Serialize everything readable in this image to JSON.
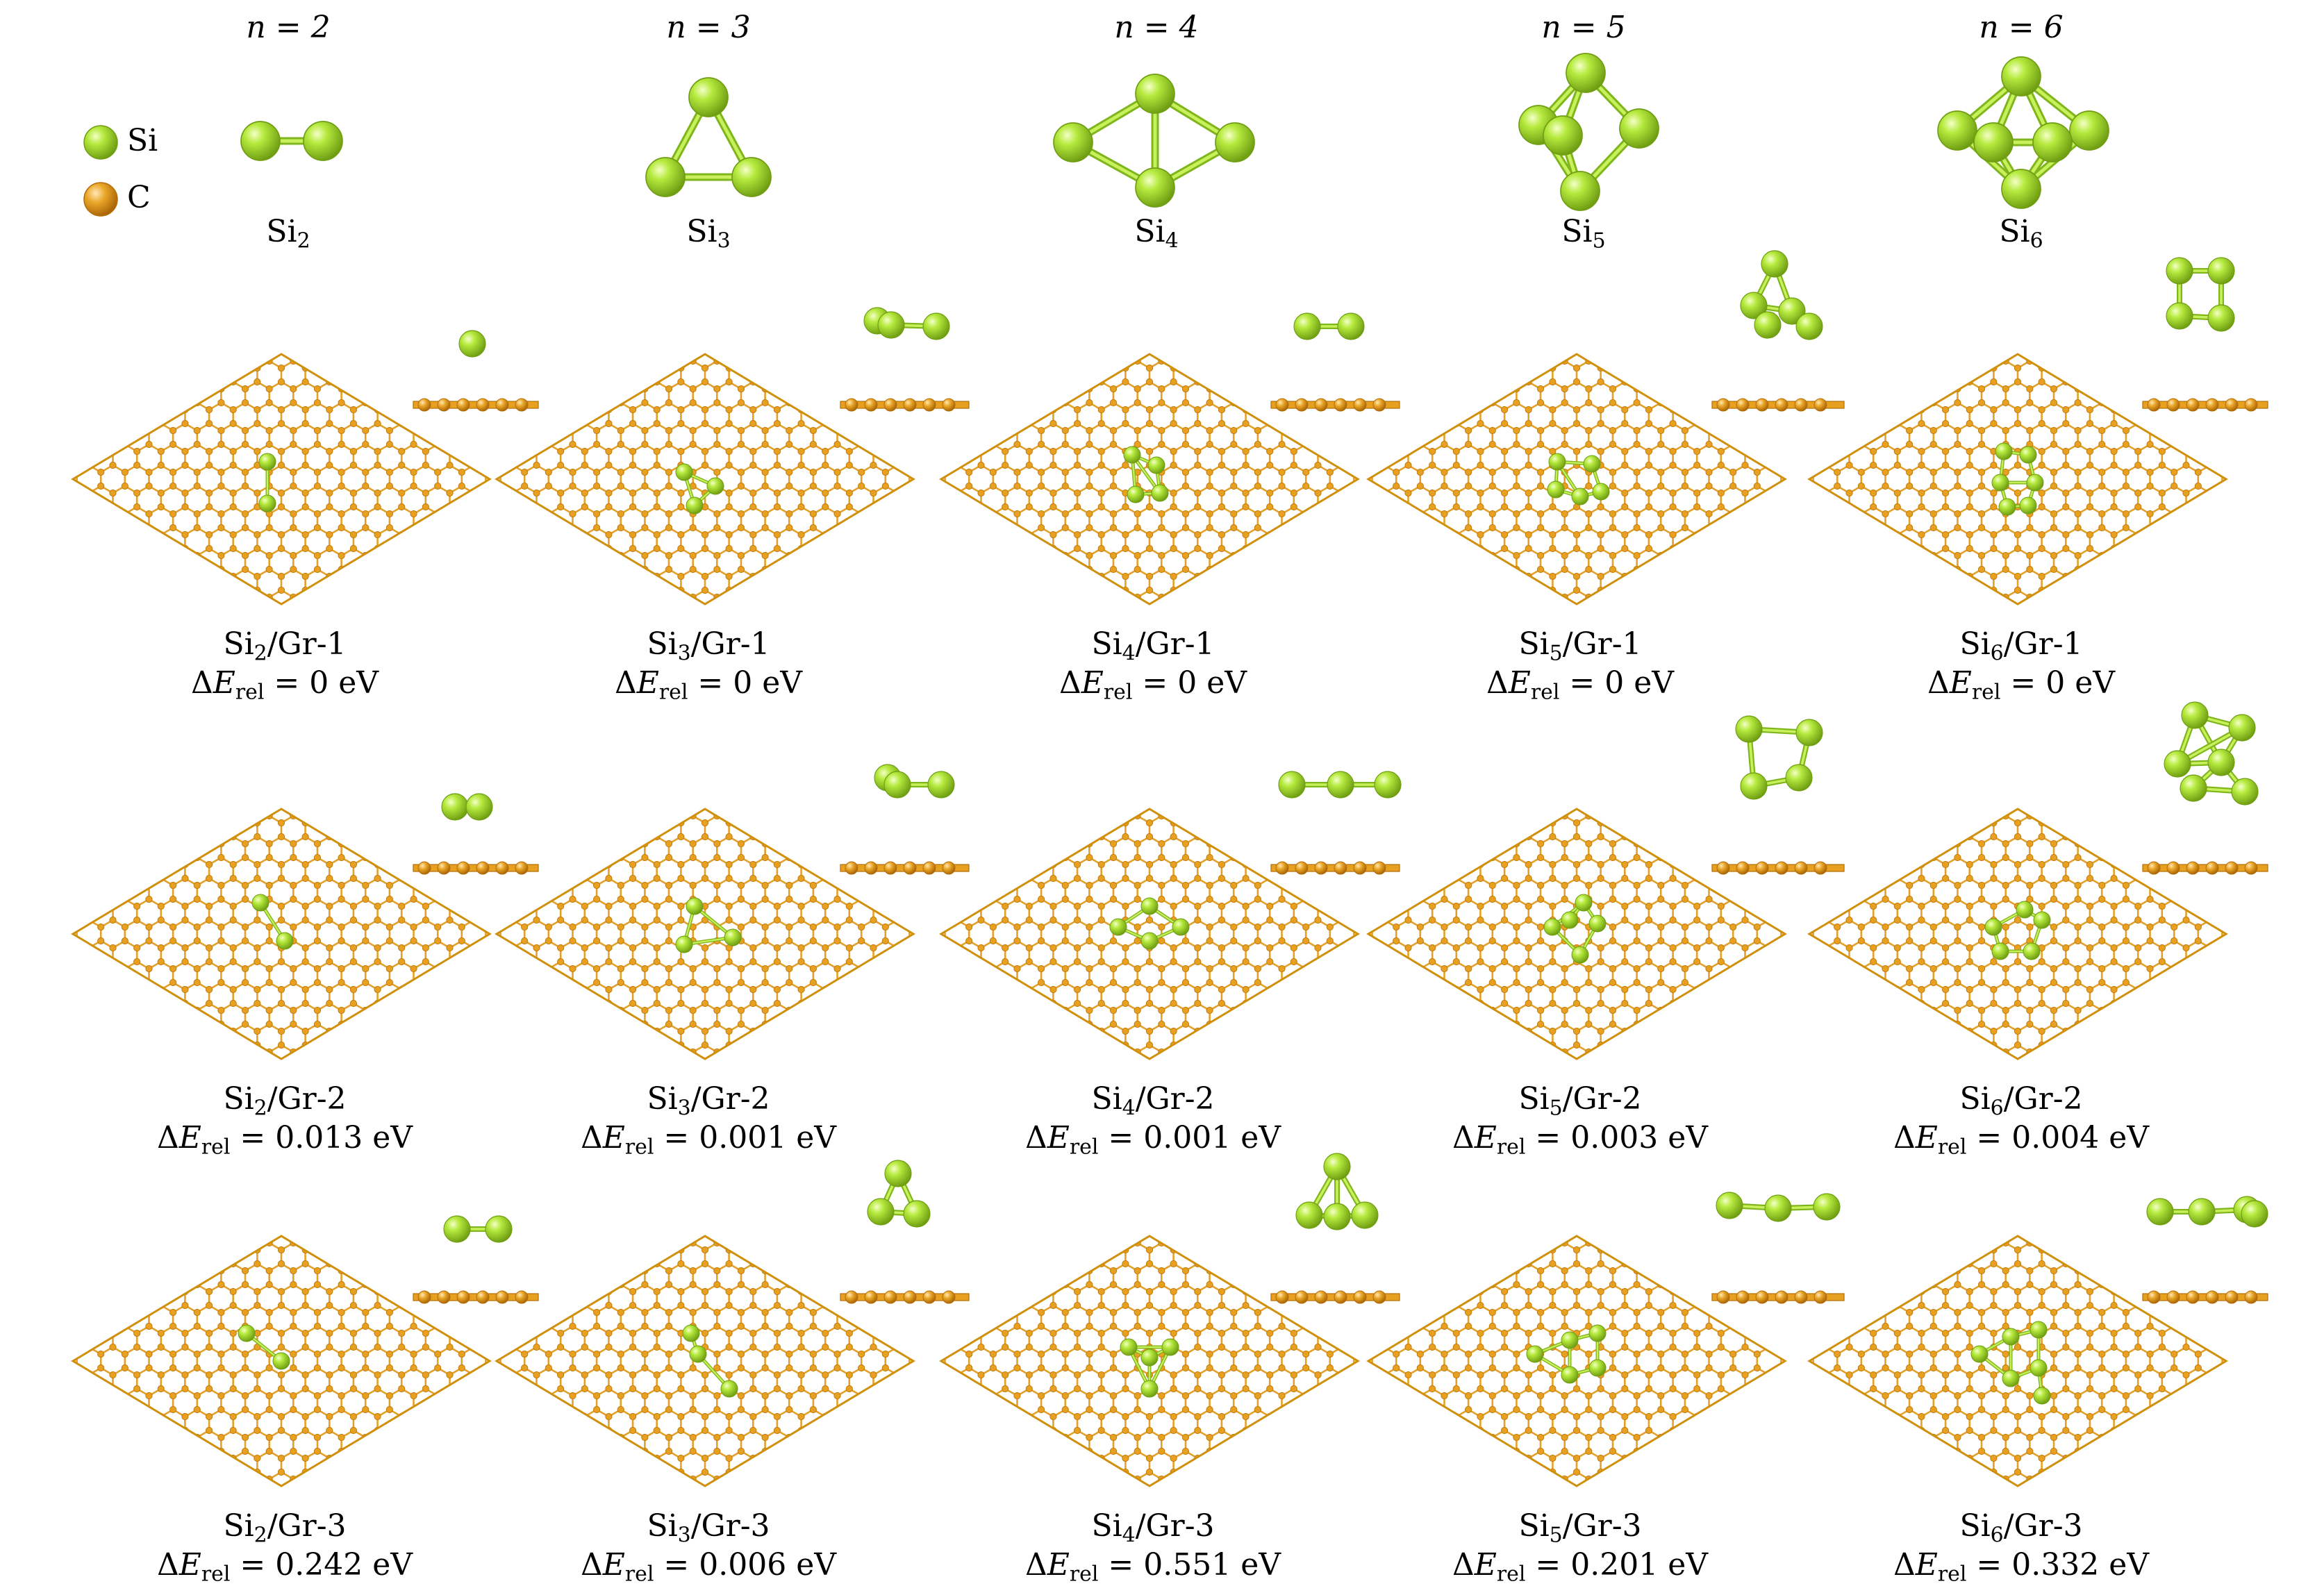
{
  "legend": [
    {
      "element": "Si",
      "color": "#9ed82c"
    },
    {
      "element": "C",
      "color": "#e7a020"
    }
  ],
  "n_labels": [
    "n = 2",
    "n = 3",
    "n = 4",
    "n = 5",
    "n = 6"
  ],
  "clusters": [
    {
      "label": "Si2",
      "sym": "Si",
      "n": "2"
    },
    {
      "label": "Si3",
      "sym": "Si",
      "n": "3"
    },
    {
      "label": "Si4",
      "sym": "Si",
      "n": "4"
    },
    {
      "label": "Si5",
      "sym": "Si",
      "n": "5"
    },
    {
      "label": "Si6",
      "sym": "Si",
      "n": "6"
    }
  ],
  "rows": [
    {
      "config": "Gr-1",
      "energies": [
        "0",
        "0",
        "0",
        "0",
        "0"
      ]
    },
    {
      "config": "Gr-2",
      "energies": [
        "0.013",
        "0.001",
        "0.001",
        "0.003",
        "0.004"
      ]
    },
    {
      "config": "Gr-3",
      "energies": [
        "0.242",
        "0.006",
        "0.551",
        "0.201",
        "0.332"
      ]
    }
  ],
  "energy_unit": "eV",
  "energy_symbol": "ΔE",
  "energy_subscript": "rel",
  "colors": {
    "si": "#9ed82c",
    "si_dark": "#6f9e12",
    "c": "#e7a020",
    "c_dark": "#b56f08"
  }
}
